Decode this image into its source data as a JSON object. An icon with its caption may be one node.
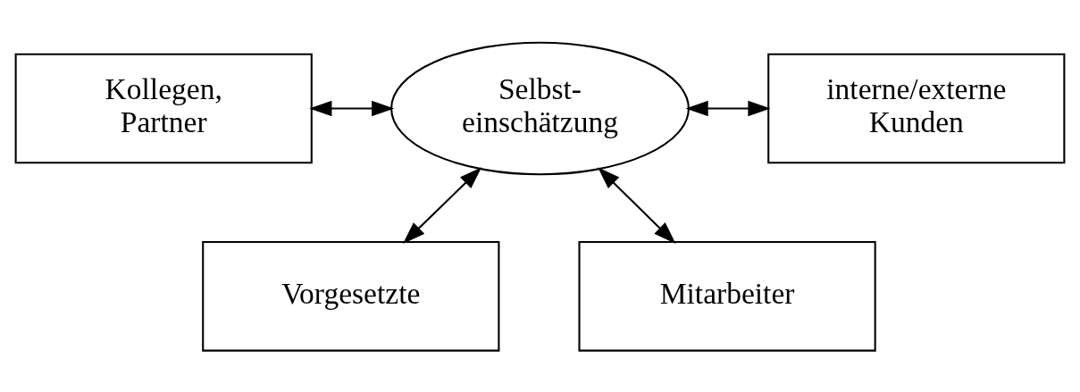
{
  "diagram": {
    "nodes": [
      {
        "text": [
          "Vorgesetzte"
        ]
      },
      {
        "text": [
          "Kollegen, Partner"
        ]
      },
      {
        "text": [
          "Selbst- einschätzung"
        ]
      },
      {
        "text": [
          "interne/externe Kunden"
        ]
      },
      {
        "text": [
          "Mitarbeiter"
        ]
      }
    ],
    "edges": [
      {
        "from": 2,
        "to": 0,
        "arrow": "both"
      },
      {
        "from": 1,
        "to": 2,
        "arrow": "both"
      },
      {
        "from": 2,
        "to": 3,
        "arrow": "both"
      },
      {
        "from": 2,
        "to": 4,
        "arrow": "both"
      }
    ]
  }
}
